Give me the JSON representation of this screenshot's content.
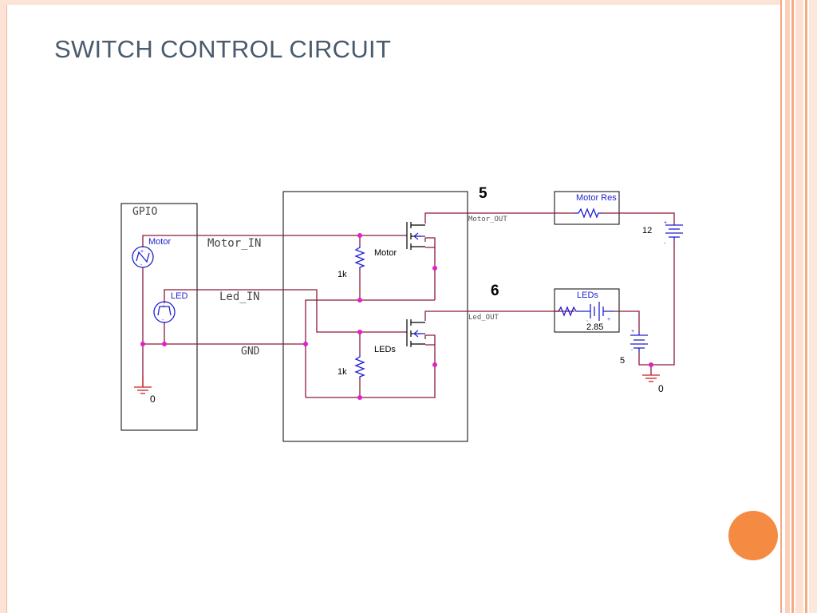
{
  "slide": {
    "title": "SWITCH CONTROL CIRCUIT"
  },
  "circuit": {
    "gpio_label": "GPIO",
    "source_motor": "Motor",
    "source_led": "LED",
    "net_motor_in": "Motor_IN",
    "net_led_in": "Led_IN",
    "net_gnd": "GND",
    "ground_left": "0",
    "res_top": "1k",
    "res_bottom": "1k",
    "fet_motor": "Motor",
    "fet_leds": "LEDs",
    "pin_motor": "5",
    "pin_led": "6",
    "net_motor_out": "Motor_OUT",
    "net_led_out": "Led_OUT",
    "load_motor": "Motor Res",
    "load_leds": "LEDs",
    "led_voltage": "2.85",
    "battery_12": "12",
    "battery_5": "5",
    "ground_right": "0"
  },
  "colors": {
    "wire": "#8b1a3a",
    "component": "#1f1fd1",
    "node": "#e020c8",
    "ground": "#cc1f1f",
    "accent": "#f58a42"
  }
}
